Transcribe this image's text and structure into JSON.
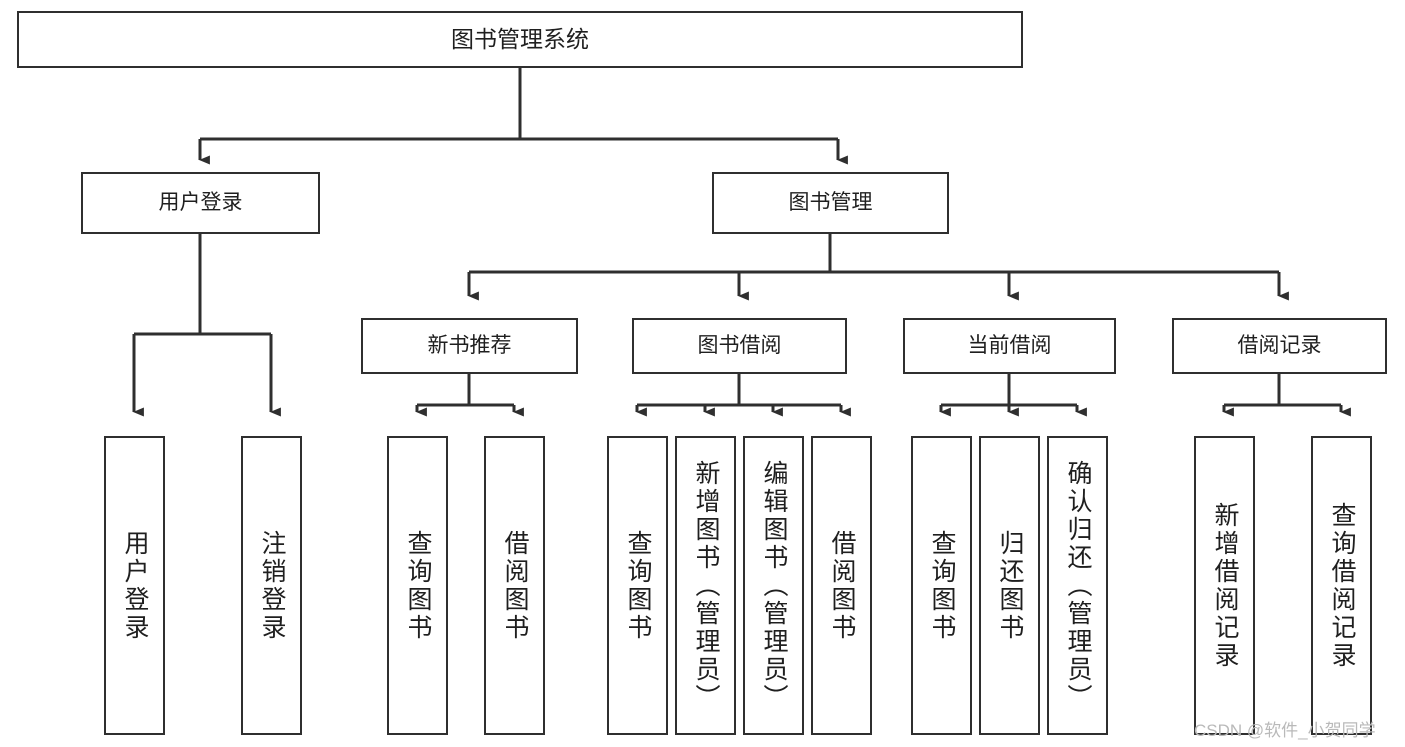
{
  "diagram": {
    "title": "图书管理系统",
    "type": "tree-hierarchy",
    "watermark": "CSDN @软件_小贺同学",
    "colors": {
      "stroke": "#2f2f2f",
      "fill": "#ffffff",
      "text": "#1f1f1f",
      "watermark": "#b9b9b9"
    },
    "nodes": {
      "root": {
        "label": "图书管理系统"
      },
      "level1": [
        {
          "id": "user-login",
          "label": "用户登录"
        },
        {
          "id": "book-manage",
          "label": "图书管理"
        }
      ],
      "level2": [
        {
          "id": "new-book-recommend",
          "label": "新书推荐"
        },
        {
          "id": "book-borrow",
          "label": "图书借阅"
        },
        {
          "id": "current-borrow",
          "label": "当前借阅"
        },
        {
          "id": "borrow-record",
          "label": "借阅记录"
        }
      ],
      "leaves": {
        "user-login": [
          {
            "id": "leaf-user-login",
            "label": "用户登录"
          },
          {
            "id": "leaf-logout-login",
            "label": "注销登录"
          }
        ],
        "new-book-recommend": [
          {
            "id": "leaf-query-book-1",
            "label": "查询图书"
          },
          {
            "id": "leaf-borrow-book-1",
            "label": "借阅图书"
          }
        ],
        "book-borrow": [
          {
            "id": "leaf-query-book-2",
            "label": "查询图书"
          },
          {
            "id": "leaf-add-book",
            "label": "新增图书（管理员）"
          },
          {
            "id": "leaf-edit-book",
            "label": "编辑图书（管理员）"
          },
          {
            "id": "leaf-borrow-book-2",
            "label": "借阅图书"
          }
        ],
        "current-borrow": [
          {
            "id": "leaf-query-book-3",
            "label": "查询图书"
          },
          {
            "id": "leaf-return-book",
            "label": "归还图书"
          },
          {
            "id": "leaf-confirm-return",
            "label": "确认归还（管理员）"
          }
        ],
        "borrow-record": [
          {
            "id": "leaf-add-record",
            "label": "新增借阅记录"
          },
          {
            "id": "leaf-query-record",
            "label": "查询借阅记录"
          }
        ]
      }
    }
  }
}
